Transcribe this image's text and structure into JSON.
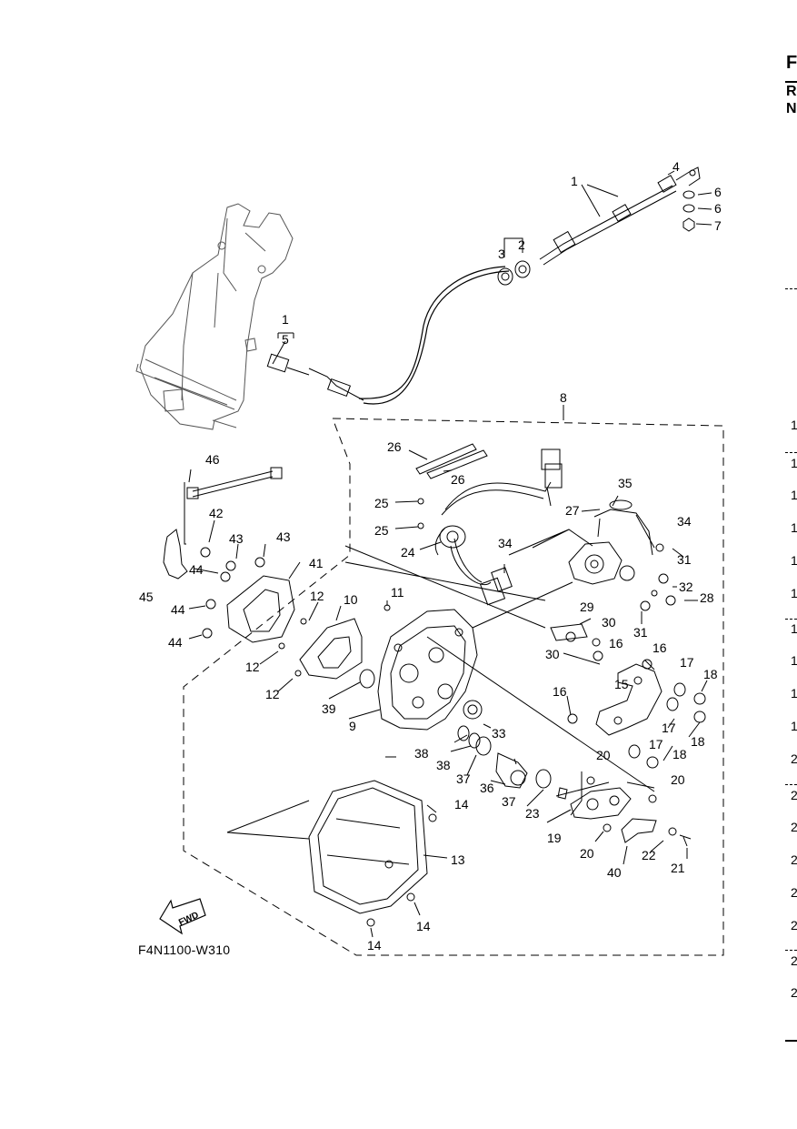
{
  "header_fragment": {
    "line1": "F",
    "line2": "R",
    "line3": "N"
  },
  "diagram_code": "F4N1100-W310",
  "fwd_label": "FWD",
  "callouts": [
    {
      "id": "c1a",
      "text": "1"
    },
    {
      "id": "c2",
      "text": "2"
    },
    {
      "id": "c3",
      "text": "3"
    },
    {
      "id": "c4",
      "text": "4"
    },
    {
      "id": "c6a",
      "text": "6"
    },
    {
      "id": "c6b",
      "text": "6"
    },
    {
      "id": "c7",
      "text": "7"
    },
    {
      "id": "c1b",
      "text": "1"
    },
    {
      "id": "c5",
      "text": "5"
    },
    {
      "id": "c8",
      "text": "8"
    },
    {
      "id": "c26a",
      "text": "26"
    },
    {
      "id": "c26b",
      "text": "26"
    },
    {
      "id": "c25a",
      "text": "25"
    },
    {
      "id": "c25b",
      "text": "25"
    },
    {
      "id": "c24",
      "text": "24"
    },
    {
      "id": "c34a",
      "text": "34"
    },
    {
      "id": "c35",
      "text": "35"
    },
    {
      "id": "c27",
      "text": "27"
    },
    {
      "id": "c34b",
      "text": "34"
    },
    {
      "id": "c31a",
      "text": "31"
    },
    {
      "id": "c32",
      "text": "32"
    },
    {
      "id": "c28",
      "text": "28"
    },
    {
      "id": "c31b",
      "text": "31"
    },
    {
      "id": "c46",
      "text": "46"
    },
    {
      "id": "c42",
      "text": "42"
    },
    {
      "id": "c43a",
      "text": "43"
    },
    {
      "id": "c43b",
      "text": "43"
    },
    {
      "id": "c41",
      "text": "41"
    },
    {
      "id": "c44a",
      "text": "44"
    },
    {
      "id": "c45",
      "text": "45"
    },
    {
      "id": "c44b",
      "text": "44"
    },
    {
      "id": "c44c",
      "text": "44"
    },
    {
      "id": "c11",
      "text": "11"
    },
    {
      "id": "c12a",
      "text": "12"
    },
    {
      "id": "c10",
      "text": "10"
    },
    {
      "id": "c12b",
      "text": "12"
    },
    {
      "id": "c12c",
      "text": "12"
    },
    {
      "id": "c39",
      "text": "39"
    },
    {
      "id": "c9",
      "text": "9"
    },
    {
      "id": "c29",
      "text": "29"
    },
    {
      "id": "c30a",
      "text": "30"
    },
    {
      "id": "c30b",
      "text": "30"
    },
    {
      "id": "c16a",
      "text": "16"
    },
    {
      "id": "c16b",
      "text": "16"
    },
    {
      "id": "c15",
      "text": "15"
    },
    {
      "id": "c16c",
      "text": "16"
    },
    {
      "id": "c17a",
      "text": "17"
    },
    {
      "id": "c18a",
      "text": "18"
    },
    {
      "id": "c17b",
      "text": "17"
    },
    {
      "id": "c18b",
      "text": "18"
    },
    {
      "id": "c17c",
      "text": "17"
    },
    {
      "id": "c18c",
      "text": "18"
    },
    {
      "id": "c33",
      "text": "33"
    },
    {
      "id": "c38a",
      "text": "38"
    },
    {
      "id": "c38b",
      "text": "38"
    },
    {
      "id": "c37a",
      "text": "37"
    },
    {
      "id": "c36",
      "text": "36"
    },
    {
      "id": "c37b",
      "text": "37"
    },
    {
      "id": "c23",
      "text": "23"
    },
    {
      "id": "c20a",
      "text": "20"
    },
    {
      "id": "c20b",
      "text": "20"
    },
    {
      "id": "c19",
      "text": "19"
    },
    {
      "id": "c20c",
      "text": "20"
    },
    {
      "id": "c40",
      "text": "40"
    },
    {
      "id": "c22",
      "text": "22"
    },
    {
      "id": "c21",
      "text": "21"
    },
    {
      "id": "c14a",
      "text": "14"
    },
    {
      "id": "c13",
      "text": "13"
    },
    {
      "id": "c14b",
      "text": "14"
    },
    {
      "id": "c14c",
      "text": "14"
    }
  ],
  "edge_numbers": [
    "1",
    "1",
    "1",
    "1",
    "1",
    "1",
    "1",
    "1",
    "1",
    "1",
    "2",
    "2",
    "2",
    "2",
    "2",
    "2",
    "2",
    "2"
  ]
}
